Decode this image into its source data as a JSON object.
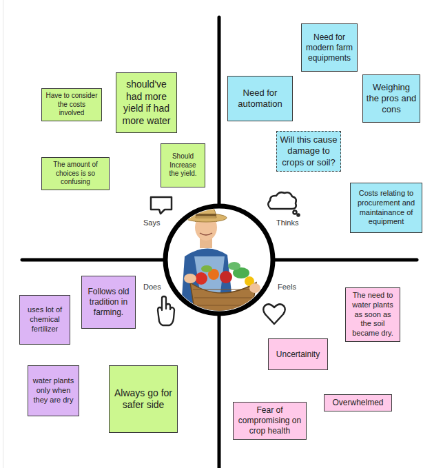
{
  "diagram": {
    "nodes": [
      {
        "text": [
          "Have to consider the costs involved"
        ]
      },
      {
        "text": [
          "should've had more yield if had more water"
        ]
      },
      {
        "text": [
          "Should Increase the yield."
        ]
      },
      {
        "text": [
          "The amount of choices is so confusing"
        ]
      },
      {
        "text": [
          "Need for modern farm equipments"
        ]
      },
      {
        "text": [
          "Need for automation"
        ]
      },
      {
        "text": [
          "Weighing the pros and cons"
        ]
      },
      {
        "text": [
          "Will this cause damage to crops or soil?"
        ]
      },
      {
        "text": [
          "Costs relating to procurement and maintainance of equipment"
        ]
      },
      {
        "text": [
          "Follows old tradition in farming."
        ]
      },
      {
        "text": [
          "uses lot of chemical fertilizer"
        ]
      },
      {
        "text": [
          "water plants only when they are dry"
        ]
      },
      {
        "text": [
          "Always go for safer side"
        ]
      },
      {
        "text": [
          "The need to water plants as soon as the soil became dry."
        ]
      },
      {
        "text": [
          "Uncertainity"
        ]
      },
      {
        "text": [
          "Overwhelmed"
        ]
      },
      {
        "text": [
          "Fear of compromising on crop health"
        ]
      }
    ],
    "labels": [
      "Says",
      "Thinks",
      "Does",
      "Feels"
    ]
  }
}
